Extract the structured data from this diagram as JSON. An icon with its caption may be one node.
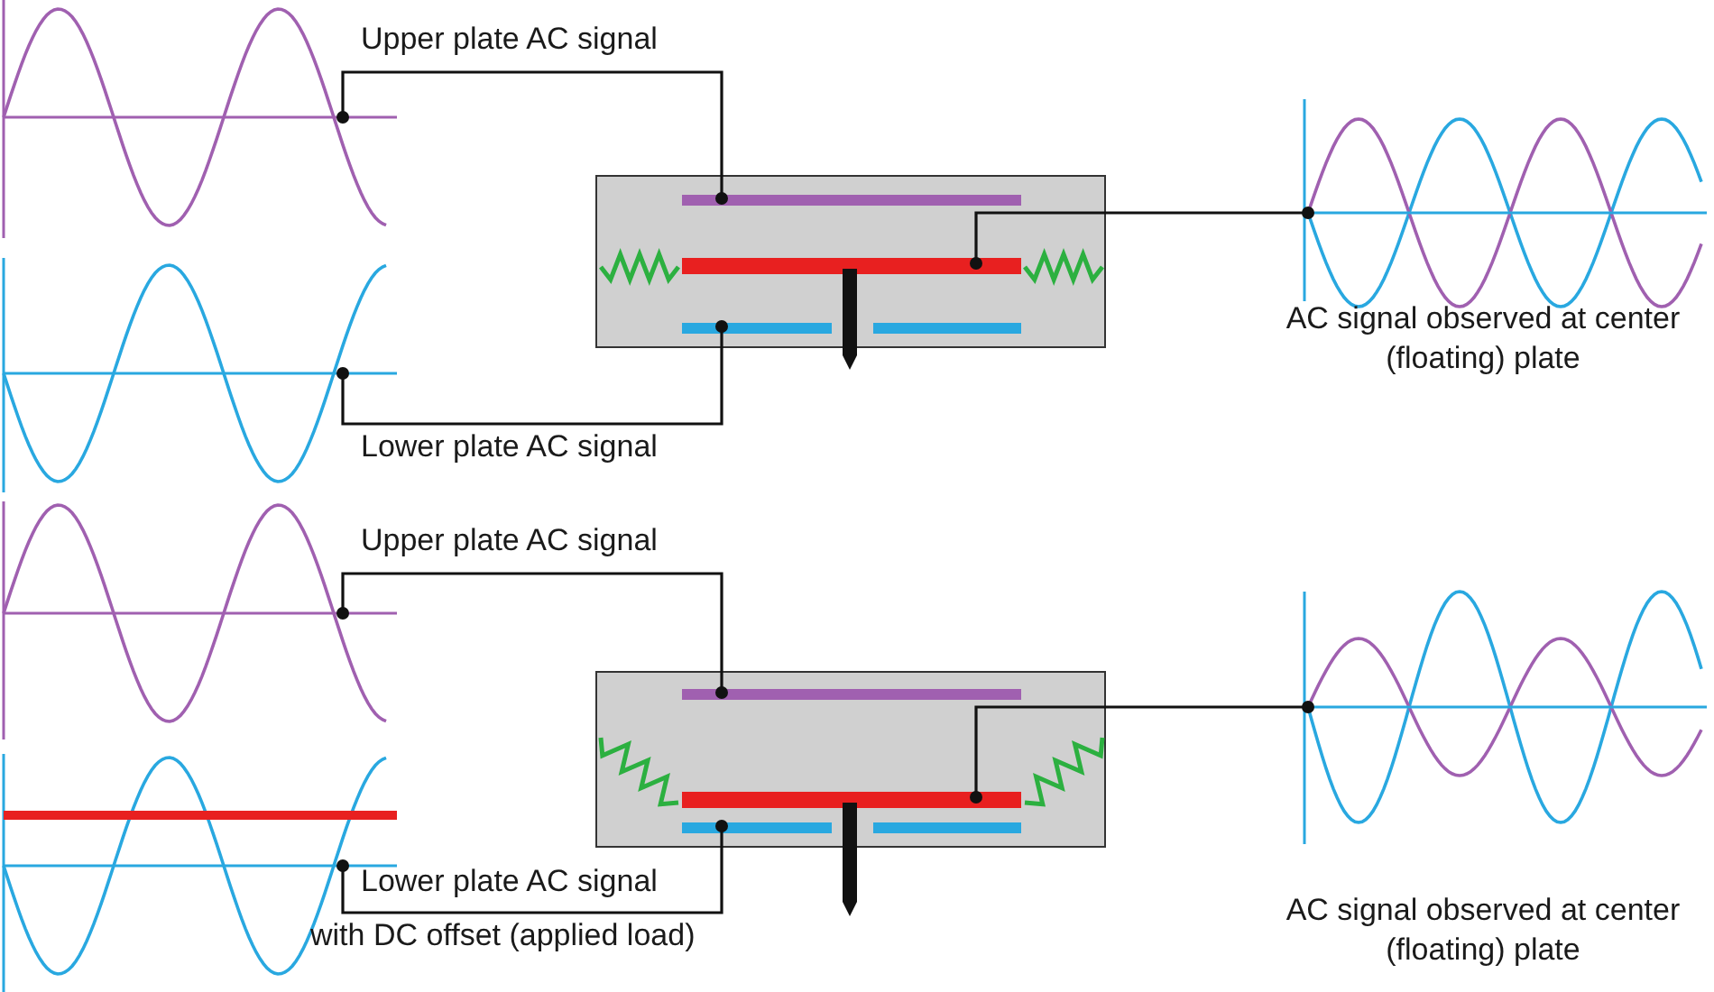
{
  "diagram": {
    "nodes": [
      {
        "text": [],
        "shape": "picture"
      },
      {
        "text": [],
        "shape": "picture"
      },
      {
        "text": [],
        "shape": "box"
      },
      {
        "text": [],
        "shape": "bar",
        "in": 2
      },
      {
        "text": [],
        "shape": "bar",
        "in": 2
      },
      {
        "text": [],
        "shape": "bar",
        "in": 2
      },
      {
        "text": [],
        "shape": "bar",
        "in": 2
      },
      {
        "text": [],
        "shape": "picture",
        "beside": [
          "AC signal observed at center (floating) plate"
        ]
      },
      {
        "text": [],
        "shape": "picture"
      },
      {
        "text": [],
        "shape": "picture"
      },
      {
        "text": [],
        "shape": "box"
      },
      {
        "text": [],
        "shape": "bar",
        "in": 10
      },
      {
        "text": [],
        "shape": "bar",
        "in": 10
      },
      {
        "text": [],
        "shape": "bar",
        "in": 10
      },
      {
        "text": [],
        "shape": "bar",
        "in": 10
      },
      {
        "text": [],
        "shape": "picture",
        "beside": [
          "AC signal observed at center (floating) plate"
        ]
      }
    ],
    "edges": [
      {
        "from": 0,
        "to": 3,
        "arrow": "other",
        "label": "Upper plate AC signal"
      },
      {
        "from": 1,
        "to": 5,
        "arrow": "other",
        "label": "Lower plate AC signal"
      },
      {
        "from": 4,
        "to": 7,
        "arrow": "other"
      },
      {
        "from": 8,
        "to": 11,
        "arrow": "other",
        "label": "Upper plate AC signal"
      },
      {
        "from": 9,
        "to": 13,
        "arrow": "other",
        "label": "Lower plate AC signal with DC offset (applied load)"
      },
      {
        "from": 12,
        "to": 15,
        "arrow": "other"
      }
    ]
  }
}
